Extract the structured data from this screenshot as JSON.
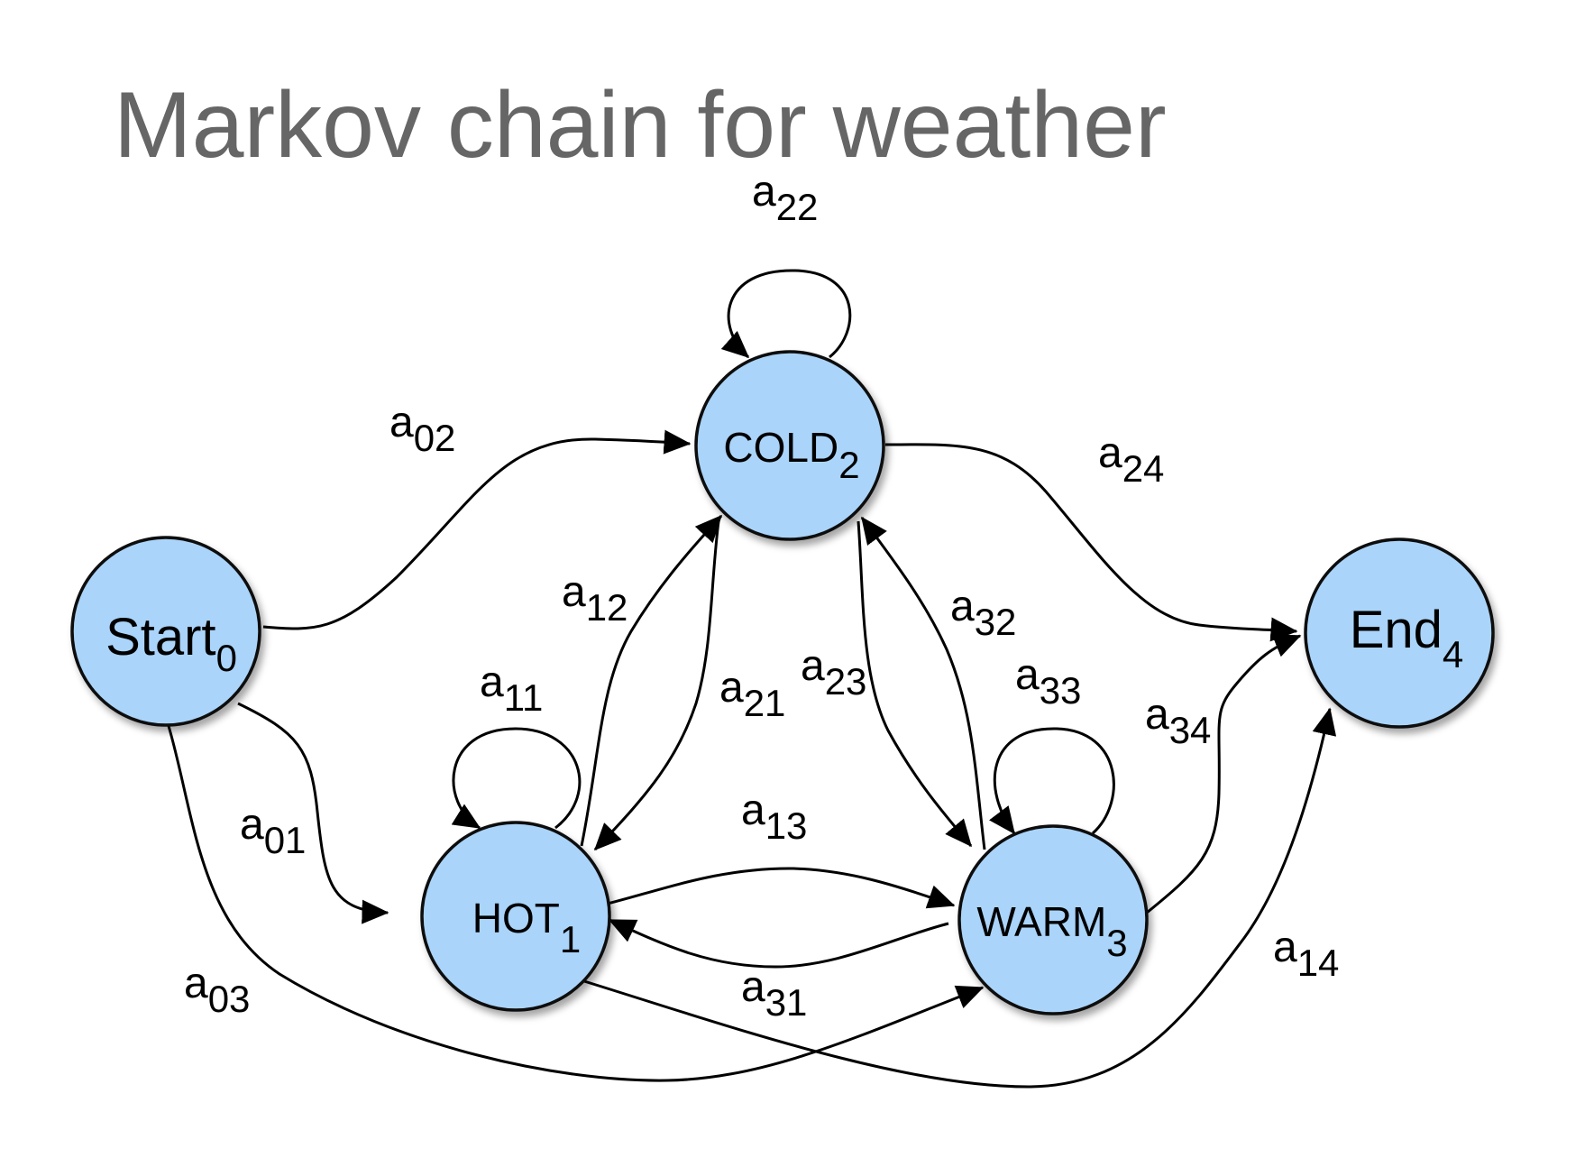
{
  "title": "Markov chain for weather",
  "colors": {
    "node_fill": "#aad4fa",
    "title": "#666666"
  },
  "states": {
    "start": {
      "name": "Start",
      "index": "0"
    },
    "hot": {
      "name": "HOT",
      "index": "1"
    },
    "cold": {
      "name": "COLD",
      "index": "2"
    },
    "warm": {
      "name": "WARM",
      "index": "3"
    },
    "end": {
      "name": "End",
      "index": "4"
    }
  },
  "transitions": {
    "a01": {
      "base": "a",
      "sub": "01"
    },
    "a02": {
      "base": "a",
      "sub": "02"
    },
    "a03": {
      "base": "a",
      "sub": "03"
    },
    "a11": {
      "base": "a",
      "sub": "11"
    },
    "a12": {
      "base": "a",
      "sub": "12"
    },
    "a13": {
      "base": "a",
      "sub": "13"
    },
    "a14": {
      "base": "a",
      "sub": "14"
    },
    "a21": {
      "base": "a",
      "sub": "21"
    },
    "a22": {
      "base": "a",
      "sub": "22"
    },
    "a23": {
      "base": "a",
      "sub": "23"
    },
    "a24": {
      "base": "a",
      "sub": "24"
    },
    "a31": {
      "base": "a",
      "sub": "31"
    },
    "a32": {
      "base": "a",
      "sub": "32"
    },
    "a33": {
      "base": "a",
      "sub": "33"
    },
    "a34": {
      "base": "a",
      "sub": "34"
    }
  }
}
